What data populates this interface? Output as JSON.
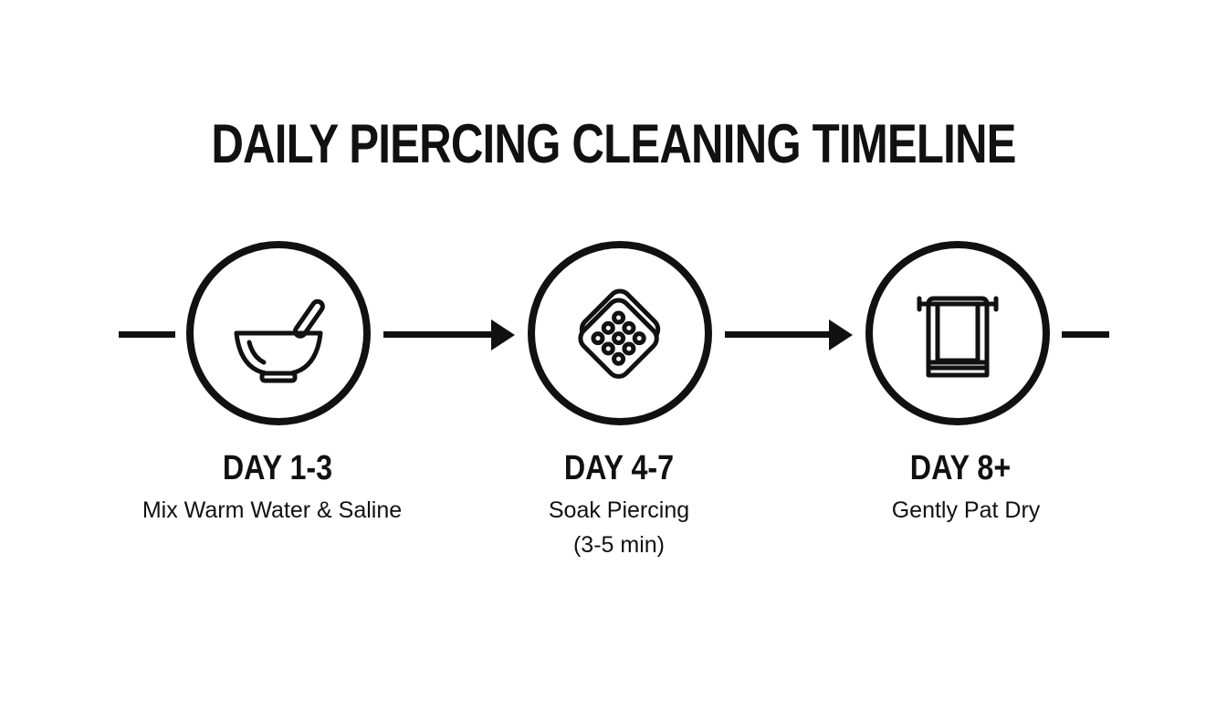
{
  "title": "DAILY PIERCING CLEANING TIMELINE",
  "steps": [
    {
      "day": "DAY 1-3",
      "description": "Mix Warm Water & Saline",
      "icon": "mixing-bowl-icon"
    },
    {
      "day": "DAY 4-7",
      "description_line1": "Soak Piercing",
      "description_line2": "(3-5 min)",
      "icon": "gauze-pad-icon"
    },
    {
      "day": "DAY 8+",
      "description": "Gently Pat Dry",
      "icon": "towel-icon"
    }
  ],
  "colors": {
    "ink": "#111111",
    "background": "#ffffff"
  }
}
